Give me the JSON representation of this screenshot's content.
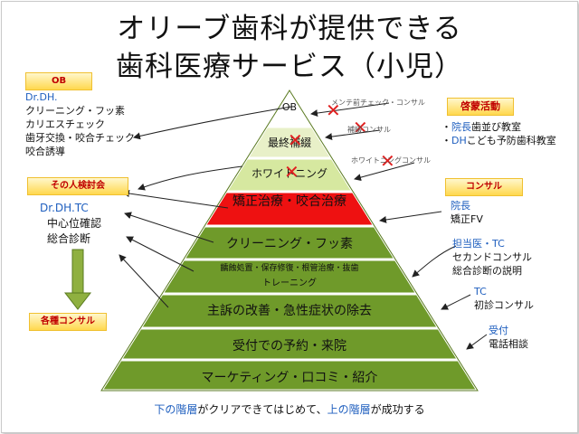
{
  "title": {
    "line1": "オリーブ歯科が提供できる",
    "line2": "歯科医療サービス（小児）"
  },
  "pyramid": [
    {
      "label": "OB",
      "fill": "#ffffff",
      "text": "#222222",
      "crossed": false
    },
    {
      "label": "最終補綴",
      "fill": "#e8f0c8",
      "text": "#222222",
      "crossed": true
    },
    {
      "label": "ホワイトニング",
      "fill": "#d6e8a0",
      "text": "#222222",
      "crossed": true
    },
    {
      "label": "矯正治療・咬合治療",
      "fill": "#ee1111",
      "text": "#222222",
      "crossed": false
    },
    {
      "label": "クリーニング・フッ素",
      "fill": "#6f9a2a",
      "text": "#111111",
      "crossed": false
    },
    {
      "label": "齲蝕処置・保存修復・根管治療・抜歯",
      "sublabel": "トレーニング",
      "fill": "#6f9a2a",
      "text": "#111111",
      "crossed": false
    },
    {
      "label": "主訴の改善・急性症状の除去",
      "fill": "#6f9a2a",
      "text": "#111111",
      "crossed": false
    },
    {
      "label": "受付での予約・来院",
      "fill": "#6f9a2a",
      "text": "#111111",
      "crossed": false
    },
    {
      "label": "マーケティング・口コミ・紹介",
      "fill": "#6f9a2a",
      "text": "#111111",
      "crossed": false
    }
  ],
  "right_notes": {
    "maintenance": "メンテ前チェック・コンサル",
    "prosthesis": "補綴コンサル",
    "whitening": "ホワイトニングコンサル"
  },
  "left": {
    "ob_tag": "OB",
    "ob_role": "Dr.DH.",
    "ob_items": [
      "クリーニング・フッ素",
      "カリエスチェック",
      "歯牙交換・咬合チェック",
      "咬合誘導"
    ],
    "review_tag": "その人検討会",
    "review_role": "Dr.DH.TC",
    "review_items": [
      "中心位確認",
      "総合診断"
    ],
    "consult_tag": "各種コンサル"
  },
  "right": {
    "outreach_tag": "啓蒙活動",
    "outreach_items": [
      {
        "role": "院長",
        "text": "歯並び教室"
      },
      {
        "role": "DH",
        "text": "こども予防歯科教室"
      }
    ],
    "consult_tag": "コンサル",
    "director_role": "院長",
    "director_text": "矯正FV",
    "tc_role": "担当医・TC",
    "tc_items": [
      "セカンドコンサル",
      "総合診断の説明"
    ],
    "tc2_role": "TC",
    "tc2_text": "初診コンサル",
    "reception_role": "受付",
    "reception_text": "電話相談"
  },
  "footer": {
    "part1": "下の階層",
    "part2": "がクリアできてはじめて、",
    "part3": "上の階層",
    "part4": "が成功する"
  }
}
